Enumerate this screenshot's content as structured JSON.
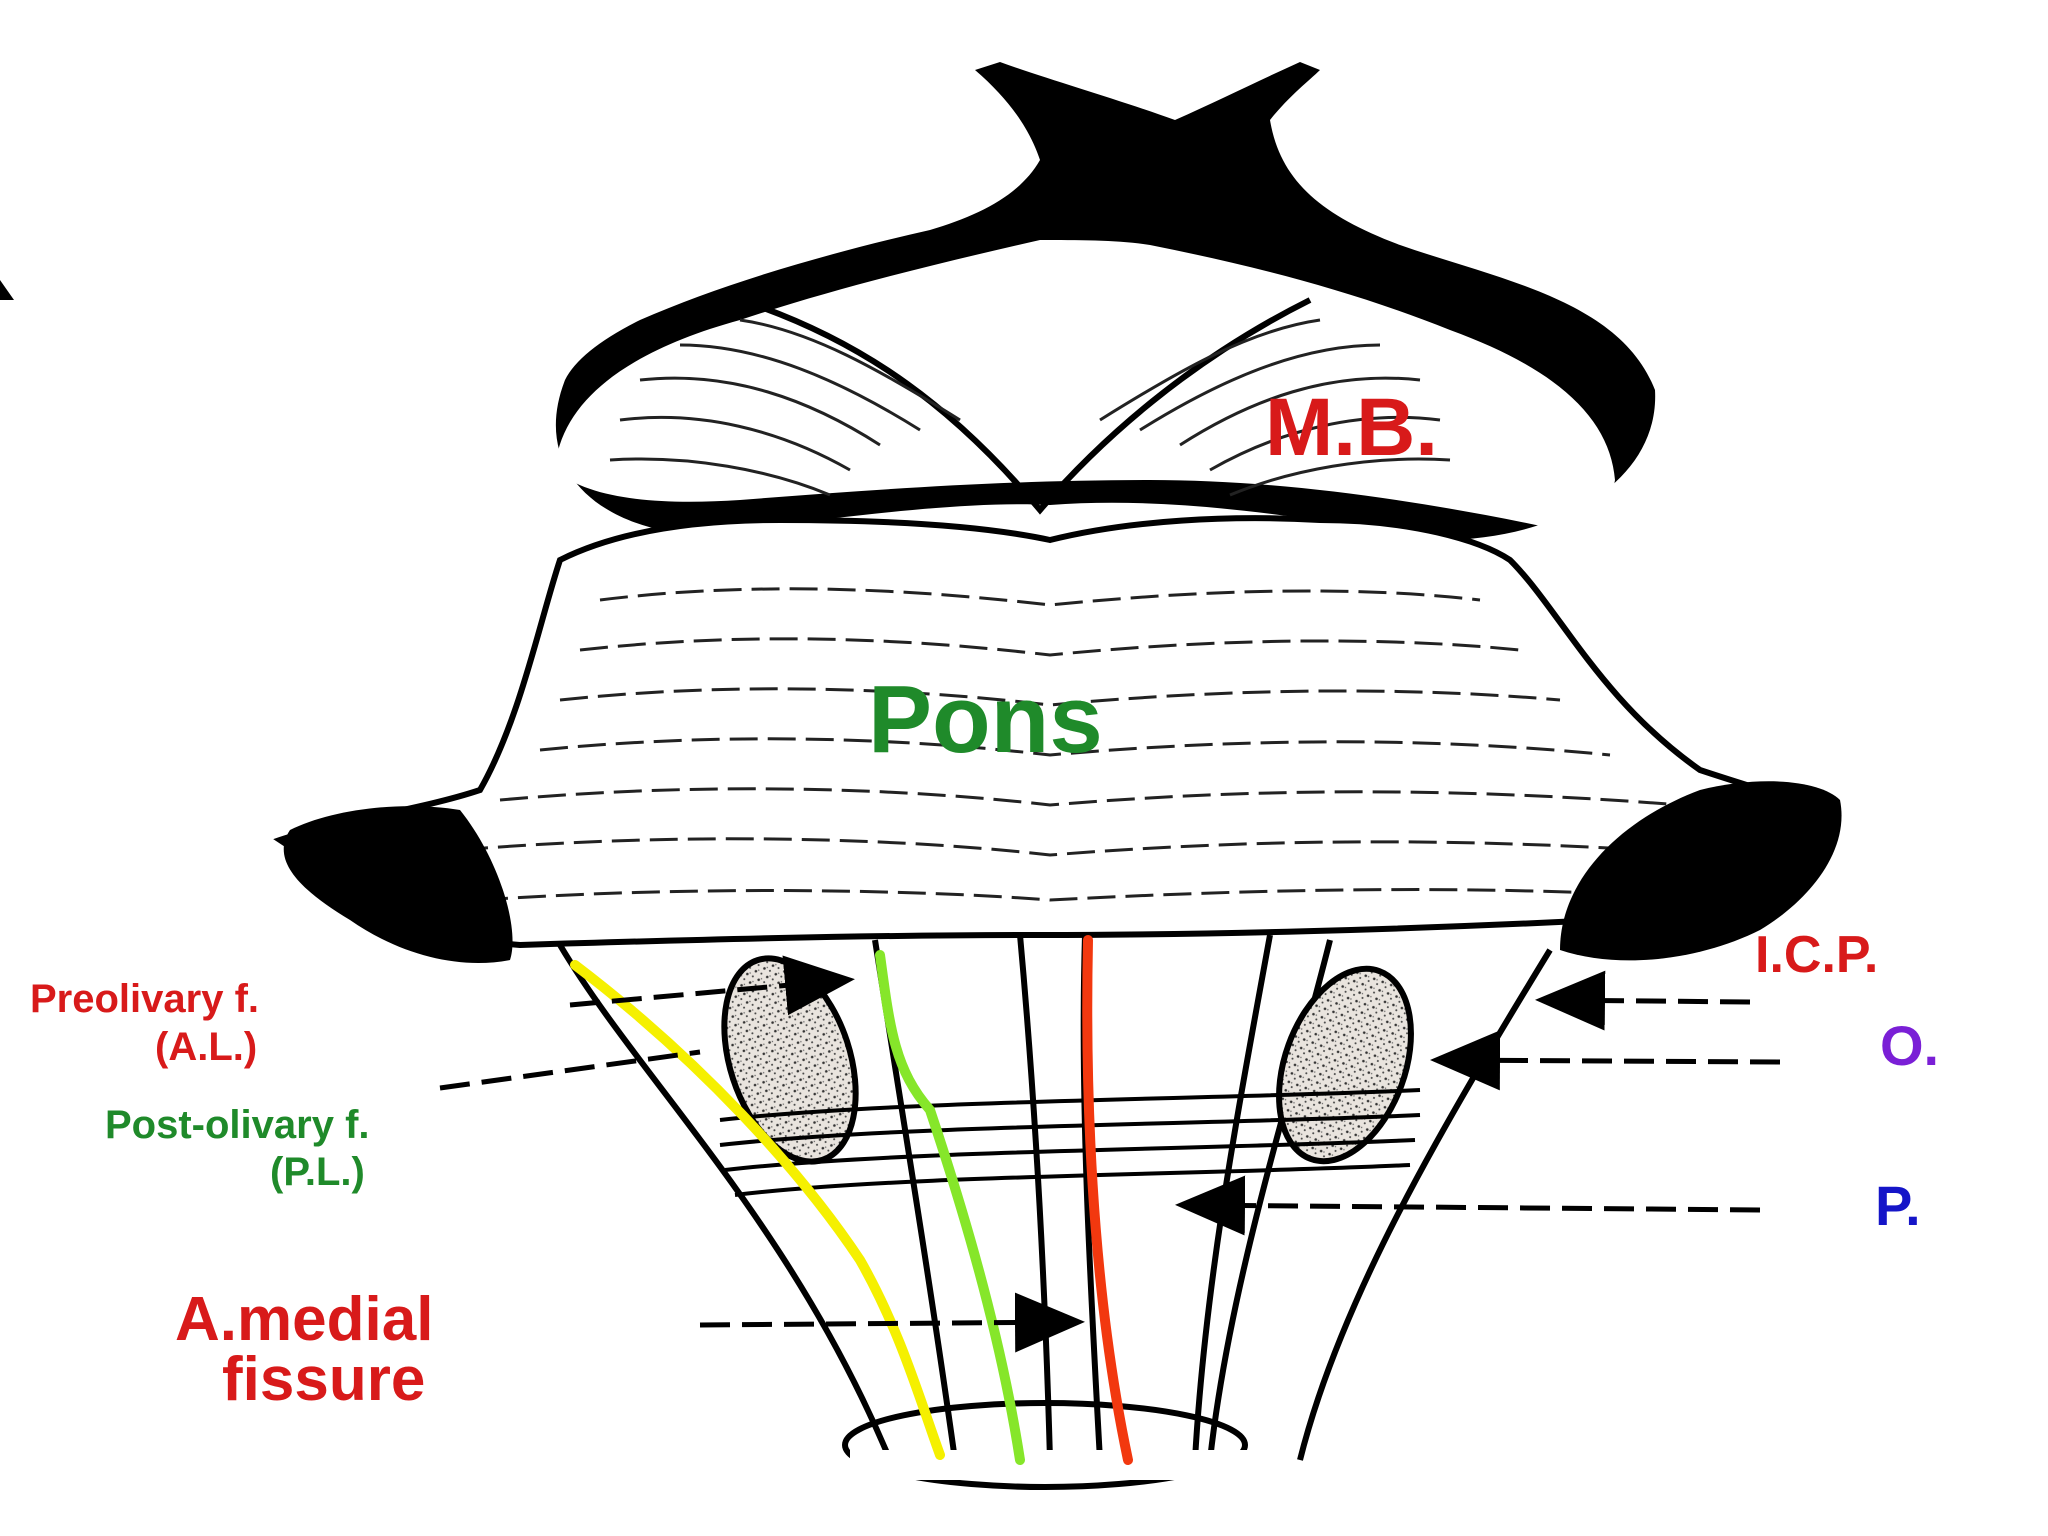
{
  "labels": {
    "midbrain": "M.B.",
    "pons": "Pons",
    "icp": "I.C.P.",
    "olive": "O.",
    "pyramid": "P.",
    "preolivary_line1": "Preolivary f.",
    "preolivary_line2": "(A.L.)",
    "postolivary_line1": "Post-olivary f.",
    "postolivary_line2": "(P.L.)",
    "medial_line1": "A.medial",
    "medial_line2": "fissure"
  },
  "colors": {
    "outline": "#000000",
    "red_label": "#d81a1a",
    "green_label": "#1f8a2a",
    "blue_label": "#1515c8",
    "violet_label": "#7a1fd6",
    "yellow_line": "#f5f000",
    "green_line": "#86e62a",
    "red_line": "#f2380f"
  },
  "icons": {
    "arrow": "dashed-arrow-icon"
  }
}
